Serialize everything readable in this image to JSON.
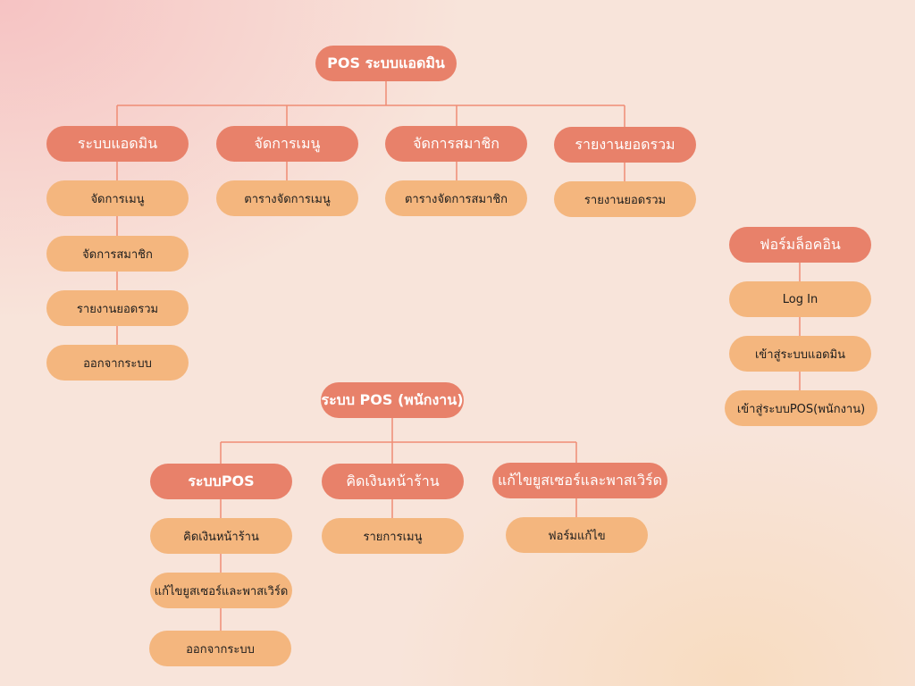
{
  "admin": {
    "root": "POS ระบบแอดมิน",
    "groups": [
      {
        "title": "ระบบแอดมิน",
        "items": [
          "จัดการเมนู",
          "จัดการสมาชิก",
          "รายงานยอดรวม",
          "ออกจากระบบ"
        ]
      },
      {
        "title": "จัดการเมนู",
        "items": [
          "ตารางจัดการเมนู"
        ]
      },
      {
        "title": "จัดการสมาชิก",
        "items": [
          "ตารางจัดการสมาชิก"
        ]
      },
      {
        "title": "รายงานยอดรวม",
        "items": [
          "รายงานยอดรวม"
        ]
      }
    ]
  },
  "login": {
    "title": "ฟอร์มล็อคอิน",
    "items": [
      "Log In",
      "เข้าสู่ระบบแอดมิน",
      "เข้าสู่ระบบPOS(พนักงาน)"
    ]
  },
  "staff": {
    "root": "ระบบ POS (พนักงาน)",
    "groups": [
      {
        "title": "ระบบPOS",
        "items": [
          "คิดเงินหน้าร้าน",
          "แก้ไขยูสเซอร์และพาสเวิร์ด",
          "ออกจากระบบ"
        ]
      },
      {
        "title": "คิดเงินหน้าร้าน",
        "items": [
          "รายการเมนู"
        ]
      },
      {
        "title": "แก้ไขยูสเซอร์และพาสเวิร์ด",
        "items": [
          "ฟอร์มแก้ไข"
        ]
      }
    ]
  },
  "colors": {
    "header": "#e8816a",
    "item": "#f4b67e",
    "connector": "#ef8c74"
  }
}
